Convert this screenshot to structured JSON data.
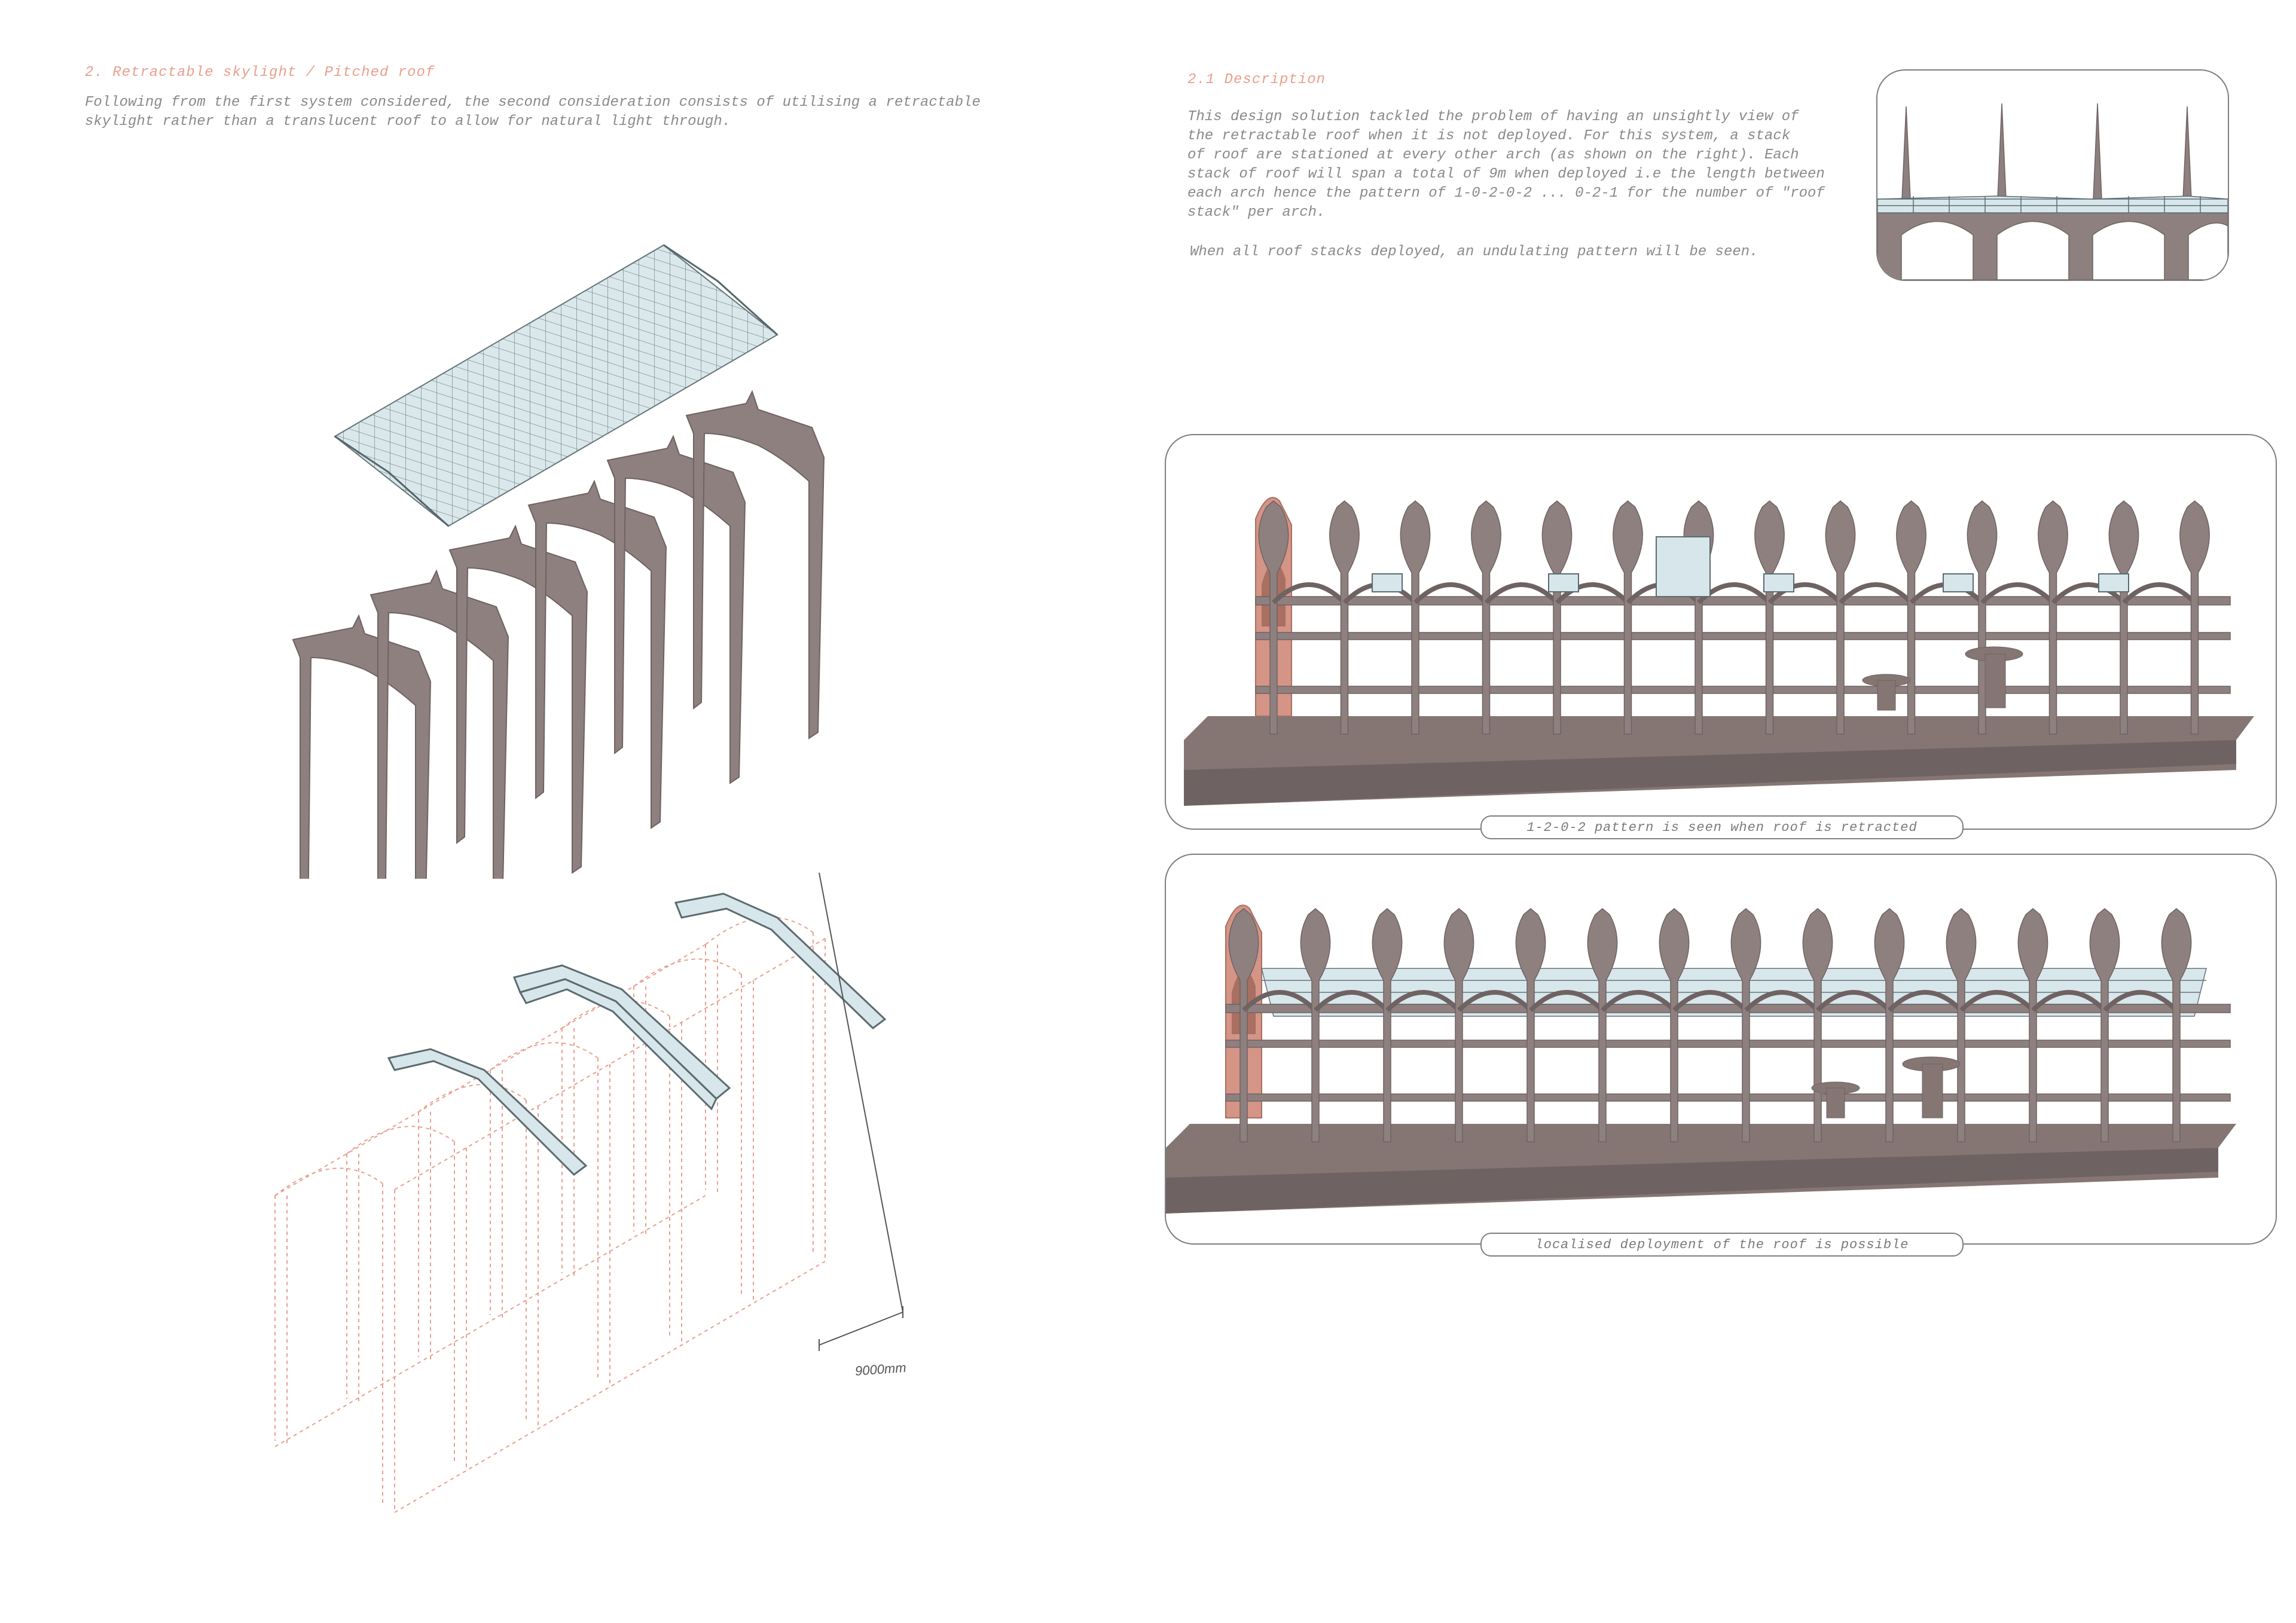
{
  "colors": {
    "accent": "#e8a08e",
    "text": "#8a8a8a",
    "structure": "#8f8080",
    "structure_dark": "#6f6262",
    "glass": "#bcd6dc",
    "base": "#857674",
    "brick": "#d49486",
    "frame": "#7e7e7e"
  },
  "left": {
    "heading": "2. Retractable skylight / Pitched roof",
    "intro": "Following from the first system considered, the second consideration consists of utilising a retractable\nskylight rather than a translucent roof to allow for natural light through.",
    "dimension_label": "9000mm"
  },
  "right": {
    "heading": "2.1 Description",
    "paragraph_1": "This design solution tackled the problem of having an unsightly view of\nthe retractable roof when it is not deployed. For this system, a stack\nof roof are stationed at every other arch (as shown on the right).  Each\nstack of roof will span a total of 9m when deployed i.e the length between\neach arch hence the pattern of 1-0-2-0-2 ... 0-2-1 for the number of \"roof\nstack\" per arch.",
    "paragraph_2": "When all roof stacks deployed, an undulating pattern will be seen.",
    "caption_retracted": "1-2-0-2 pattern is seen when roof is retracted",
    "caption_deployed": "localised deployment of the roof is possible"
  }
}
